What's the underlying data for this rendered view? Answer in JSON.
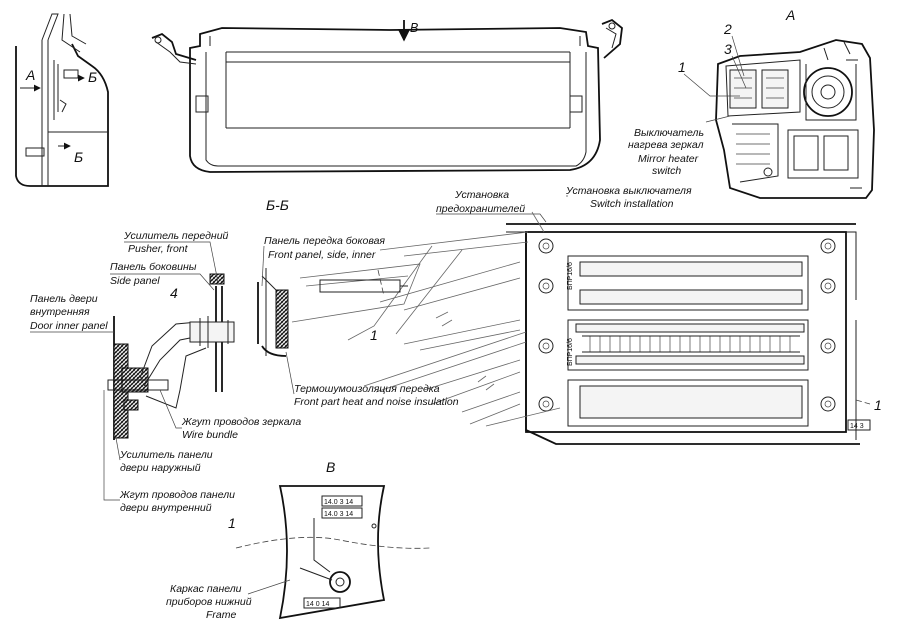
{
  "view_markers": {
    "a_left": "А",
    "b_top": "Б",
    "b_bottom": "Б",
    "arrow_v": "В",
    "section_bb": "Б-Б",
    "view_a": "А",
    "view_v": "В"
  },
  "callouts": {
    "n1_top": "1",
    "n2": "2",
    "n3": "3",
    "n4": "4",
    "n1_mid": "1",
    "n1_right": "1",
    "n1_bottom": "1"
  },
  "labels": {
    "mirror_switch_ru_1": "Выключатель",
    "mirror_switch_ru_2": "нагрева зеркал",
    "mirror_switch_en_1": "Mirror heater",
    "mirror_switch_en_2": "switch",
    "switch_install_ru": "Установка выключателя",
    "switch_install_en": "Switch installation",
    "fuse_install_ru_1": "Установка",
    "fuse_install_ru_2": "предохранителей",
    "pusher_ru": "Усилитель передний",
    "pusher_en": "Pusher, front",
    "side_panel_ru": "Панель боковины",
    "side_panel_en": "Side panel",
    "front_panel_ru": "Панель передка боковая",
    "front_panel_en": "Front panel, side, inner",
    "door_panel_ru_1": "Панель двери",
    "door_panel_ru_2": "внутренняя",
    "door_panel_en": "Door inner panel",
    "insulation_ru": "Термошумоизоляция передка",
    "insulation_en": "Front part heat and noise insulation",
    "wire_bundle_ru": "Жгут проводов зеркала",
    "wire_bundle_en": "Wire bundle",
    "door_reinf_ru_1": "Усилитель панели",
    "door_reinf_ru_2": "двери наружный",
    "door_harness_ru_1": "Жгут проводов панели",
    "door_harness_ru_2": "двери внутренний",
    "frame_ru_1": "Каркас панели",
    "frame_ru_2": "приборов нижний",
    "frame_en": "Frame"
  },
  "fuse_block": {
    "label_top": "БПР16/6",
    "label_mid": "БПР16/6",
    "tag_right": "14 3"
  },
  "connector_tags": {
    "v_row1": "14.0 3 14",
    "v_row2": "14.0 3 14",
    "v_bottom": "14 0 14"
  }
}
